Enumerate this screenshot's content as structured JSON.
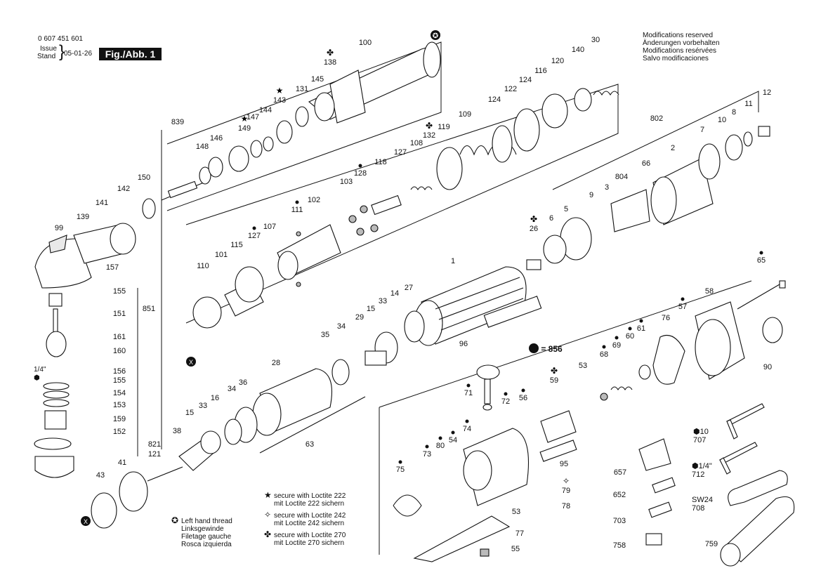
{
  "header": {
    "doc_number": "0 607 451 601",
    "issue_label_1": "Issue",
    "issue_label_2": "Stand",
    "issue_date": "05-01-26",
    "figure_label": "Fig./Abb. 1"
  },
  "modifications": [
    "Modifications reserved",
    "Änderungen vorbehalten",
    "Modifications resérvées",
    "Salvo modificaciones"
  ],
  "legend_left": {
    "symbol": "left-hand-thread-icon",
    "lines": [
      "Left hand thread",
      "Linksgewinde",
      "Filetage gauche",
      "Rosca izquierda"
    ]
  },
  "legend_right": [
    {
      "symbol": "star-icon",
      "line1": "secure with Loctite 222",
      "line2": "mit Loctite 222 sichern"
    },
    {
      "symbol": "outline-star-icon",
      "line1": "secure with Loctite 242",
      "line2": "mit Loctite 242 sichern"
    },
    {
      "symbol": "clover-icon",
      "line1": "secure with Loctite 270",
      "line2": "mit Loctite 270 sichern"
    }
  ],
  "grease_note": "= 856",
  "wrench_labels": {
    "w707_top": "10",
    "w707": "707",
    "w712_top": "1/4\"",
    "w712": "712",
    "w708_top": "SW24",
    "w708": "708"
  },
  "left_column_labels": {
    "hex_size": "1/4\""
  },
  "part_numbers": [
    "100",
    "138",
    "145",
    "131",
    "143",
    "147",
    "144",
    "149",
    "146",
    "148",
    "839",
    "150",
    "142",
    "141",
    "139",
    "99",
    "157",
    "155",
    "151",
    "161",
    "160",
    "156",
    "155b",
    "154",
    "153",
    "159",
    "152",
    "851",
    "30",
    "140",
    "120",
    "116",
    "124",
    "122",
    "124b",
    "109",
    "119",
    "132",
    "108",
    "127",
    "118",
    "128",
    "103",
    "111",
    "102",
    "127b",
    "107",
    "115",
    "101",
    "110",
    "12",
    "11",
    "8",
    "10",
    "7",
    "802",
    "2",
    "66",
    "804",
    "3",
    "9",
    "5",
    "6",
    "26",
    "1",
    "27",
    "14",
    "33",
    "15",
    "29",
    "96",
    "35",
    "34",
    "28",
    "36",
    "34b",
    "16",
    "33b",
    "15b",
    "38",
    "63",
    "821",
    "121",
    "41",
    "43",
    "65",
    "58",
    "57",
    "76",
    "61",
    "60",
    "69",
    "68",
    "53",
    "59",
    "56",
    "72",
    "71",
    "74",
    "54",
    "80",
    "73",
    "75",
    "79",
    "78",
    "53b",
    "77",
    "55",
    "95",
    "90",
    "657",
    "652",
    "703",
    "758",
    "759"
  ],
  "colors": {
    "ink": "#111111",
    "paper": "#ffffff",
    "shade": "#bbbbbb"
  }
}
